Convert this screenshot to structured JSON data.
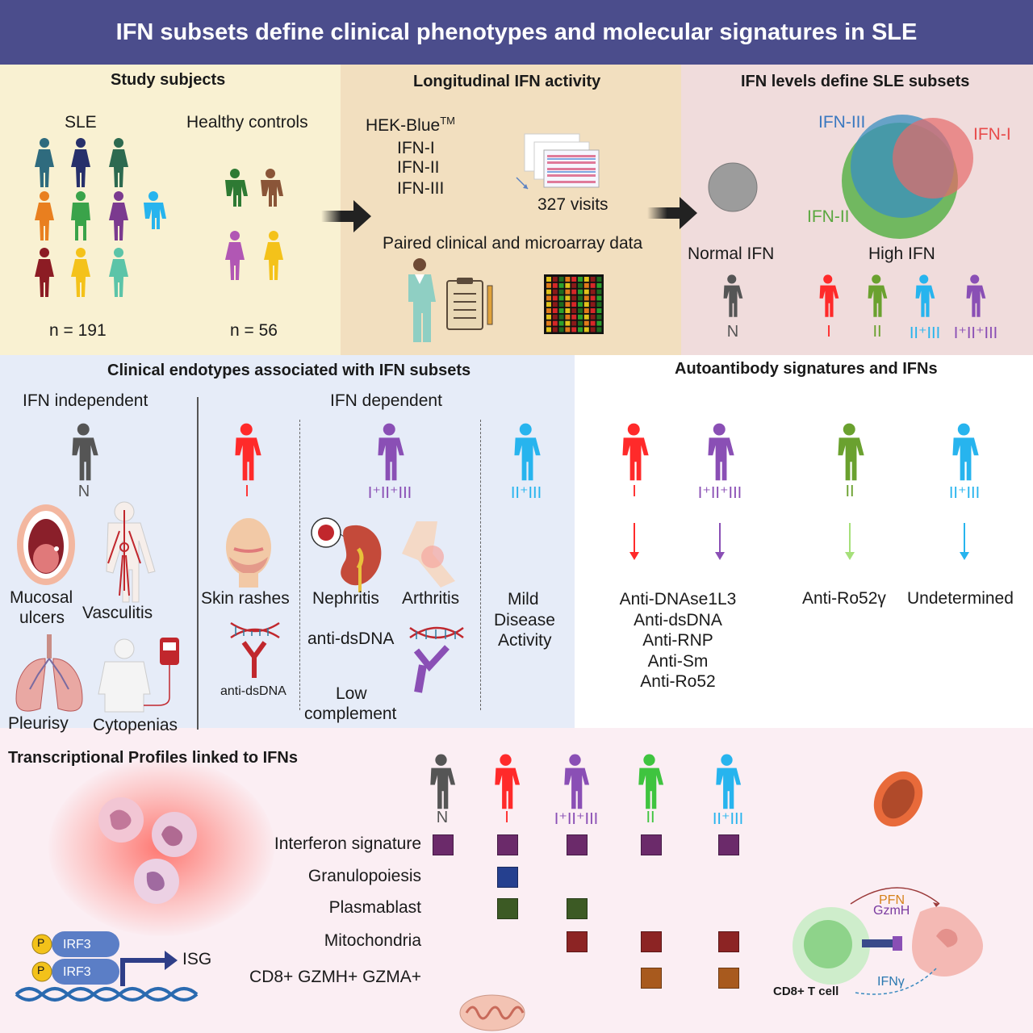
{
  "title": "IFN subsets define clinical phenotypes and molecular signatures in SLE",
  "colors": {
    "N": "#555555",
    "I": "#ff2a2a",
    "I_II_III": "#8a4fb5",
    "II": "#6aa12f",
    "II_III": "#27b4ee",
    "square_purple": "#6b2a6a",
    "square_blue": "#25408f",
    "square_green": "#3c5a24",
    "square_red": "#8c2424",
    "square_brown": "#a85a1e"
  },
  "study": {
    "title": "Study subjects",
    "sle_label": "SLE",
    "hc_label": "Healthy controls",
    "sle_n": "n = 191",
    "hc_n": "n = 56"
  },
  "longitudinal": {
    "title": "Longitudinal IFN activity",
    "assay": "HEK-Blue",
    "assay_tm": "TM",
    "ifns": [
      "IFN-I",
      "IFN-II",
      "IFN-III"
    ],
    "visits": "327 visits",
    "paired": "Paired clinical and microarray data"
  },
  "levels": {
    "title": "IFN levels define SLE subsets",
    "ifn3": "IFN-III",
    "ifn1": "IFN-I",
    "ifn2": "IFN-II",
    "normal": "Normal IFN",
    "high": "High IFN",
    "subset_labels": [
      "N",
      "I",
      "II",
      "II⁺III",
      "I⁺II⁺III"
    ]
  },
  "clinical": {
    "title": "Clinical endotypes associated with IFN subsets",
    "independent": "IFN independent",
    "dependent": "IFN dependent",
    "labels": [
      "N",
      "I",
      "I⁺II⁺III",
      "II⁺III"
    ],
    "mucosal": "Mucosal ulcers",
    "mucosal_1": "Mucosal",
    "mucosal_2": "ulcers",
    "vasculitis": "Vasculitis",
    "pleurisy": "Pleurisy",
    "cytopenias": "Cytopenias",
    "skin": "Skin rashes",
    "antidsdna_small": "anti-dsDNA",
    "nephritis": "Nephritis",
    "arthritis": "Arthritis",
    "antidsdna": "anti-dsDNA",
    "low1": "Low",
    "low2": "complement",
    "mild1": "Mild",
    "mild2": "Disease",
    "mild3": "Activity"
  },
  "autoantibody": {
    "title": "Autoantibody signatures and IFNs",
    "labels": [
      "I",
      "I⁺II⁺III",
      "II",
      "II⁺III"
    ],
    "group1": [
      "Anti-DNAse1L3",
      "Anti-dsDNA",
      "Anti-RNP",
      "Anti-Sm",
      "Anti-Ro52"
    ],
    "group2": "Anti-Ro52γ",
    "group3": "Undetermined"
  },
  "transcriptional": {
    "title": "Transcriptional Profiles linked to IFNs",
    "columns": [
      "N",
      "I",
      "I⁺II⁺III",
      "II",
      "II⁺III"
    ],
    "rows": [
      {
        "label": "Interferon signature",
        "cells": [
          true,
          true,
          true,
          true,
          true
        ],
        "color": "#6b2a6a"
      },
      {
        "label": "Granulopoiesis",
        "cells": [
          false,
          true,
          false,
          false,
          false
        ],
        "color": "#25408f"
      },
      {
        "label": "Plasmablast",
        "cells": [
          false,
          true,
          true,
          false,
          false
        ],
        "color": "#3c5a24"
      },
      {
        "label": "Mitochondria",
        "cells": [
          false,
          false,
          true,
          true,
          true
        ],
        "color": "#8c2424"
      },
      {
        "label": "CD8+ GZMH+ GZMA+",
        "cells": [
          false,
          false,
          false,
          true,
          true
        ],
        "color": "#a85a1e"
      }
    ],
    "irf3": "IRF3",
    "p": "P",
    "isg": "ISG",
    "pfn": "PFN",
    "gzmh": "GzmH",
    "ifng": "IFNγ",
    "cd8": "CD8+ T cell"
  }
}
